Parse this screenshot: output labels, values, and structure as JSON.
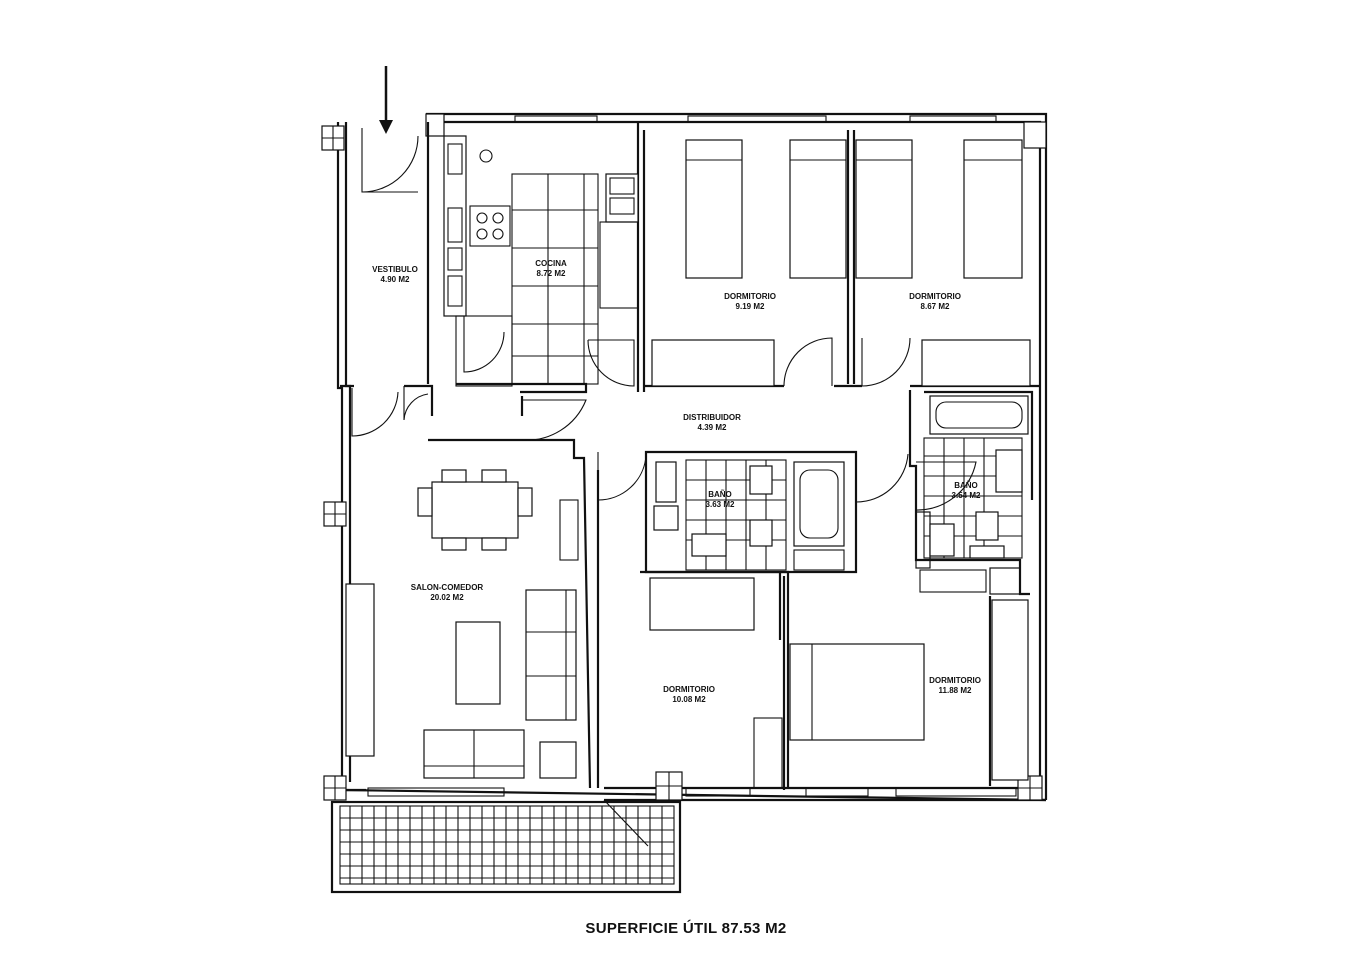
{
  "rooms": {
    "vestibulo": {
      "name": "VESTIBULO",
      "area": "4.90 M2"
    },
    "cocina": {
      "name": "COCINA",
      "area": "8.72 M2"
    },
    "dormitorio_1": {
      "name": "DORMITORIO",
      "area": "9.19 M2"
    },
    "dormitorio_2": {
      "name": "DORMITORIO",
      "area": "8.67 M2"
    },
    "distribuidor": {
      "name": "DISTRIBUIDOR",
      "area": "4.39 M2"
    },
    "bano_1": {
      "name": "BAÑO",
      "area": "3.63 M2"
    },
    "bano_2": {
      "name": "BAÑO",
      "area": "3.54 M2"
    },
    "salon_comedor": {
      "name": "SALON-COMEDOR",
      "area": "20.02 M2"
    },
    "dormitorio_3": {
      "name": "DORMITORIO",
      "area": "10.08 M2"
    },
    "dormitorio_4": {
      "name": "DORMITORIO",
      "area": "11.88 M2"
    }
  },
  "total_area": "SUPERFICIE ÚTIL 87.53 M2",
  "colors": {
    "line": "#111111",
    "background": "#ffffff"
  },
  "icons": {
    "entrance": "entrance-arrow-icon"
  }
}
